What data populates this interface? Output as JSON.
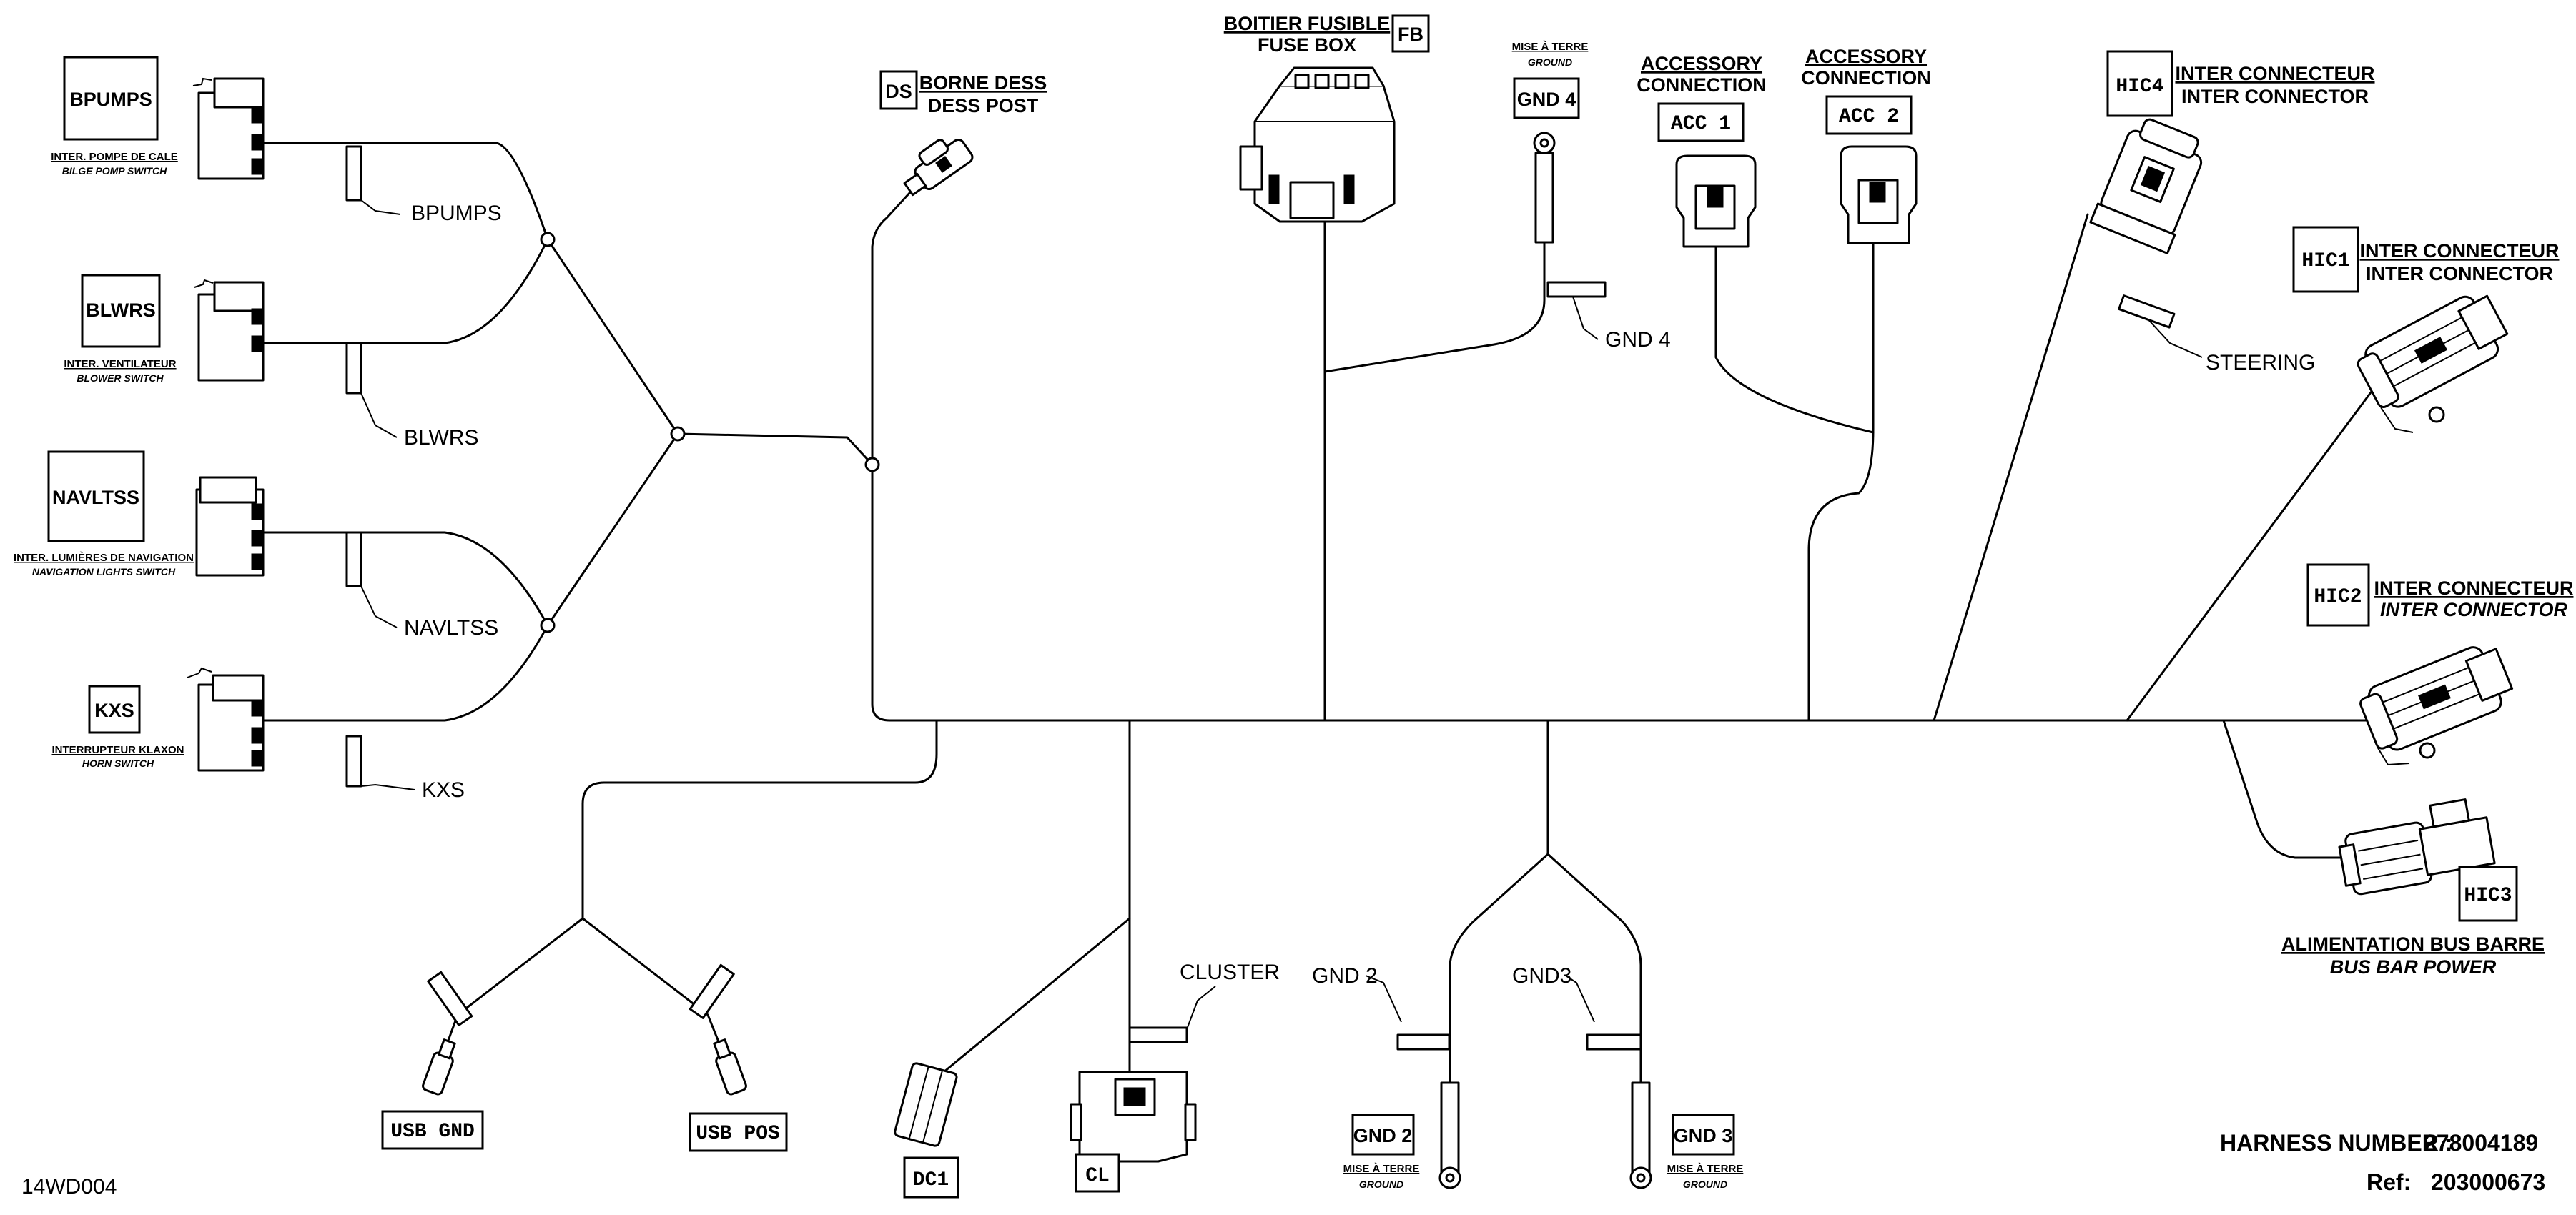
{
  "diagram": {
    "doc_code": "14WD004",
    "harness_number_label": "HARNESS NUMBER :",
    "harness_number": "278004189",
    "ref_label": "Ref:",
    "ref_number": "203000673",
    "components": {
      "bpumps": {
        "code": "BPUMPS",
        "title_fr": "INTER. POMPE DE CALE",
        "title_en": "BILGE POMP SWITCH",
        "wire_label": "BPUMPS"
      },
      "blwrs": {
        "code": "BLWRS",
        "title_fr": "INTER. VENTILATEUR",
        "title_en": "BLOWER SWITCH",
        "wire_label": "BLWRS"
      },
      "navltss": {
        "code": "NAVLTSS",
        "title_fr": "INTER. LUMIÈRES DE NAVIGATION",
        "title_en": "NAVIGATION LIGHTS SWITCH",
        "wire_label": "NAVLTSS"
      },
      "kxs": {
        "code": "KXS",
        "title_fr": "INTERRUPTEUR KLAXON",
        "title_en": "HORN SWITCH",
        "wire_label": "KXS"
      },
      "ds": {
        "code": "DS",
        "title_fr": "BORNE DESS",
        "title_en": "DESS POST"
      },
      "fb": {
        "code": "FB",
        "title_fr": "BOITIER FUSIBLE",
        "title_en": "FUSE BOX"
      },
      "gnd4": {
        "code": "GND 4",
        "title_fr": "MISE À TERRE",
        "title_en": "GROUND",
        "wire_label": "GND 4"
      },
      "acc1": {
        "code": "ACC 1",
        "title_line1": "ACCESSORY",
        "title_line2": "CONNECTION"
      },
      "acc2": {
        "code": "ACC 2",
        "title_line1": "ACCESSORY",
        "title_line2": "CONNECTION"
      },
      "hic4": {
        "code": "HIC4",
        "title_fr": "INTER CONNECTEUR",
        "title_en": "INTER CONNECTOR",
        "wire_label": "STEERING"
      },
      "hic1": {
        "code": "HIC1",
        "title_fr": "INTER CONNECTEUR",
        "title_en": "INTER CONNECTOR"
      },
      "hic2": {
        "code": "HIC2",
        "title_fr": "INTER CONNECTEUR",
        "title_en": "INTER CONNECTOR"
      },
      "hic3": {
        "code": "HIC3",
        "title_fr": "ALIMENTATION BUS BARRE",
        "title_en": "BUS BAR POWER"
      },
      "usb_gnd": {
        "code": "USB GND"
      },
      "usb_pos": {
        "code": "USB POS"
      },
      "dc1": {
        "code": "DC1"
      },
      "cl": {
        "code": "CL",
        "wire_label": "CLUSTER"
      },
      "gnd2": {
        "code": "GND 2",
        "title_fr": "MISE À TERRE",
        "title_en": "GROUND",
        "wire_label": "GND 2"
      },
      "gnd3": {
        "code": "GND 3",
        "title_fr": "MISE À TERRE",
        "title_en": "GROUND",
        "wire_label": "GND3"
      }
    }
  }
}
